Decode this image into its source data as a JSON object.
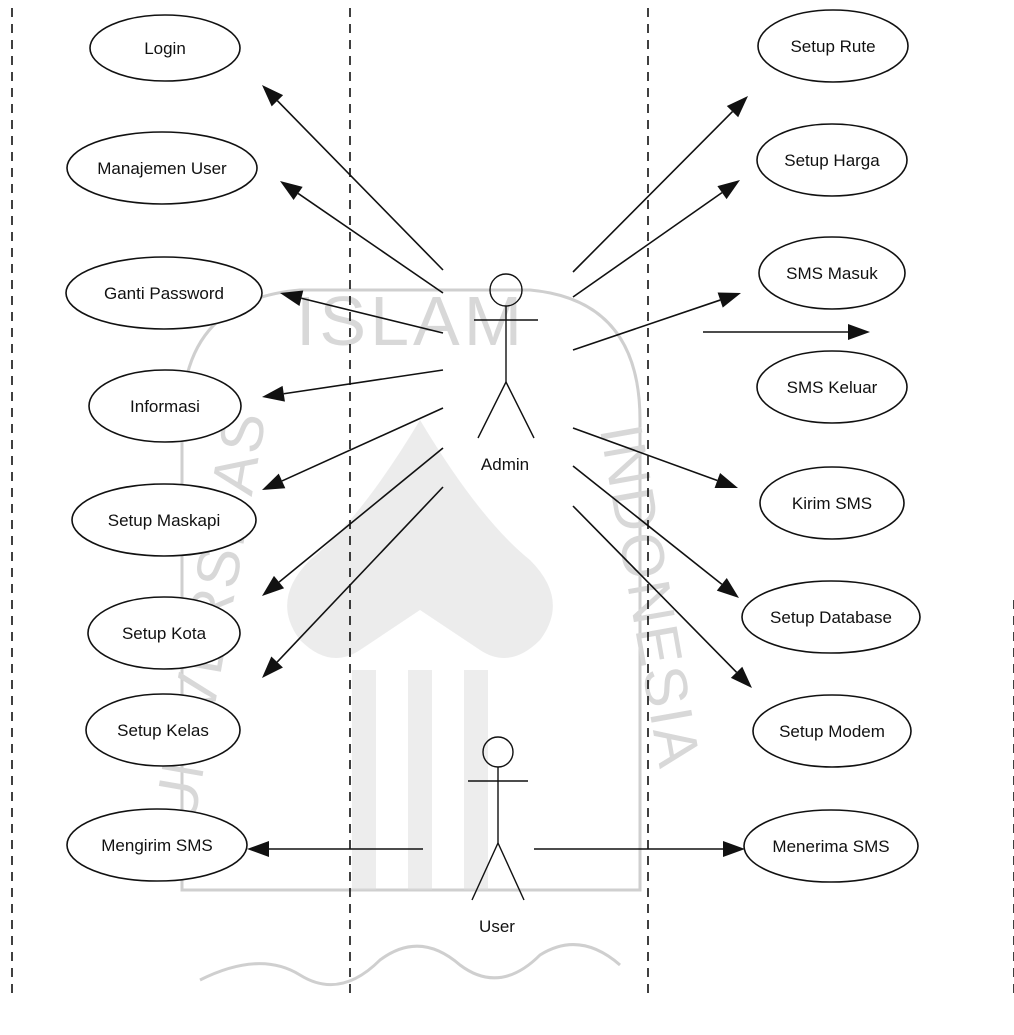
{
  "actors": {
    "admin": {
      "label": "Admin"
    },
    "user": {
      "label": "User"
    }
  },
  "watermark": {
    "top_text": "ISLAM",
    "left_text": "UNIVERSITAS",
    "right_text": "INDONESIA",
    "color": "#cfcfcf"
  },
  "use_cases": [
    {
      "id": "login",
      "label": "Login"
    },
    {
      "id": "manajemen-user",
      "label": "Manajemen User"
    },
    {
      "id": "ganti-password",
      "label": "Ganti Password"
    },
    {
      "id": "informasi",
      "label": "Informasi"
    },
    {
      "id": "setup-maskapi",
      "label": "Setup Maskapi"
    },
    {
      "id": "setup-kota",
      "label": "Setup Kota"
    },
    {
      "id": "setup-kelas",
      "label": "Setup Kelas"
    },
    {
      "id": "mengirim-sms",
      "label": "Mengirim SMS"
    },
    {
      "id": "setup-rute",
      "label": "Setup Rute"
    },
    {
      "id": "setup-harga",
      "label": "Setup Harga"
    },
    {
      "id": "sms-masuk",
      "label": "SMS Masuk"
    },
    {
      "id": "sms-keluar",
      "label": "SMS Keluar"
    },
    {
      "id": "kirim-sms",
      "label": "Kirim SMS"
    },
    {
      "id": "setup-database",
      "label": "Setup Database"
    },
    {
      "id": "setup-modem",
      "label": "Setup Modem"
    },
    {
      "id": "menerima-sms",
      "label": "Menerima SMS"
    }
  ]
}
